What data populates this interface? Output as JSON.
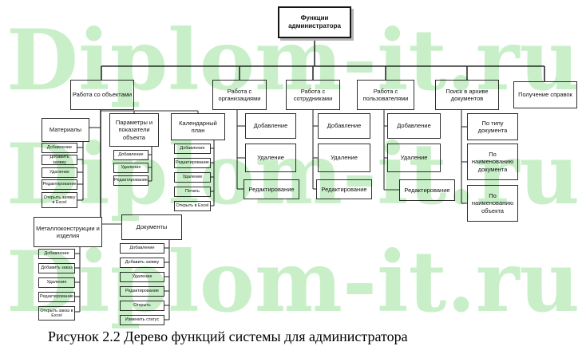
{
  "root_label": "Функции администратора",
  "level2": {
    "objects": "Работа со объектами",
    "orgs": "Работа с организациями",
    "employees": "Работа с сотрудниками",
    "users": "Работа с пользователями",
    "archive": "Поиск в архиве документов",
    "certificates": "Получение справок"
  },
  "objects": {
    "materials": {
      "label": "Материалы",
      "items": [
        "Добавление",
        "Добавить заявку",
        "Удаление",
        "Редактирование",
        "Открыть заявку в Excel"
      ]
    },
    "parameters": {
      "label": "Параметры и показатели объекта",
      "items": [
        "Добавление",
        "Удаление",
        "Редактирование"
      ]
    },
    "calendar": {
      "label": "Календарный план",
      "items": [
        "Добавление",
        "Редактирование",
        "Удаление",
        "Печать",
        "Открыть в Excel"
      ]
    },
    "metal": {
      "label": "Металлоконструкции и изделия",
      "items": [
        "Добавление",
        "Добавить заказ",
        "Удаление",
        "Редактирование",
        "Открыть заказ в Excel"
      ]
    },
    "documents": {
      "label": "Документы",
      "items": [
        "Добавление",
        "Добавить заявку",
        "Удаление",
        "Редактирование",
        "Открыть",
        "Изменить статус"
      ]
    }
  },
  "orgs_actions": [
    "Добавление",
    "Удаление",
    "Редактирование"
  ],
  "employees_actions": [
    "Добавление",
    "Удаление",
    "Редактирование"
  ],
  "users_actions": [
    "Добавление",
    "Удаление",
    "Редактирование"
  ],
  "archive_options": [
    "По типу документа",
    "По наименованию документа",
    "По наименованию объекта"
  ],
  "watermark": {
    "text": "Diplom-it.ru",
    "color": "#c9efc9"
  },
  "caption": "Рисунок 2.2 Дерево функций системы для администратора"
}
